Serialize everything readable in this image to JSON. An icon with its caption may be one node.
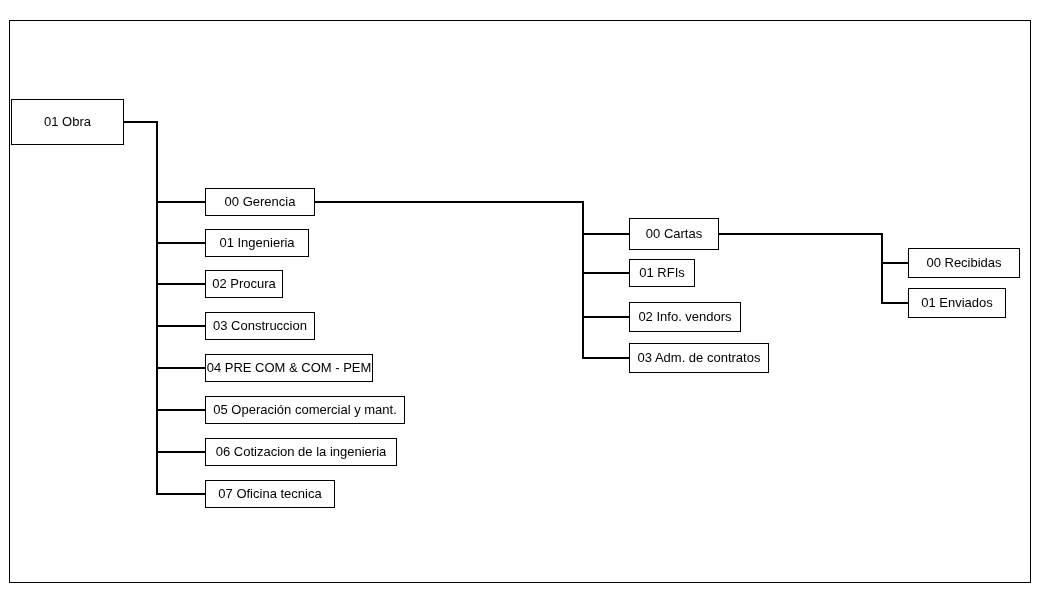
{
  "diagram": {
    "nodes": [
      {
        "text": [
          "01 Obra"
        ]
      },
      {
        "text": [
          "00 Gerencia"
        ]
      },
      {
        "text": [
          "01 Ingenieria"
        ]
      },
      {
        "text": [
          "02 Procura"
        ]
      },
      {
        "text": [
          "03 Construccion"
        ]
      },
      {
        "text": [
          "04 PRE COM & COM - PEM"
        ]
      },
      {
        "text": [
          "05 Operación comercial y mant."
        ]
      },
      {
        "text": [
          "06 Cotizacion de la ingenieria"
        ]
      },
      {
        "text": [
          "07 Oficina tecnica"
        ]
      },
      {
        "text": [
          "00 Cartas"
        ]
      },
      {
        "text": [
          "01 RFIs"
        ]
      },
      {
        "text": [
          "02 Info. vendors"
        ]
      },
      {
        "text": [
          "03 Adm. de contratos"
        ]
      },
      {
        "text": [
          "00 Recibidas"
        ]
      },
      {
        "text": [
          "01 Enviados"
        ]
      }
    ],
    "edges": [
      {
        "from": 0,
        "to": 1,
        "arrow": "none"
      },
      {
        "from": 0,
        "to": 2,
        "arrow": "none"
      },
      {
        "from": 0,
        "to": 3,
        "arrow": "none"
      },
      {
        "from": 0,
        "to": 4,
        "arrow": "none"
      },
      {
        "from": 0,
        "to": 5,
        "arrow": "none"
      },
      {
        "from": 0,
        "to": 6,
        "arrow": "none"
      },
      {
        "from": 0,
        "to": 7,
        "arrow": "none"
      },
      {
        "from": 0,
        "to": 8,
        "arrow": "none"
      },
      {
        "from": 1,
        "to": 9,
        "arrow": "none"
      },
      {
        "from": 1,
        "to": 10,
        "arrow": "none"
      },
      {
        "from": 1,
        "to": 11,
        "arrow": "none"
      },
      {
        "from": 1,
        "to": 12,
        "arrow": "none"
      },
      {
        "from": 9,
        "to": 13,
        "arrow": "none"
      },
      {
        "from": 9,
        "to": 14,
        "arrow": "none"
      }
    ]
  }
}
